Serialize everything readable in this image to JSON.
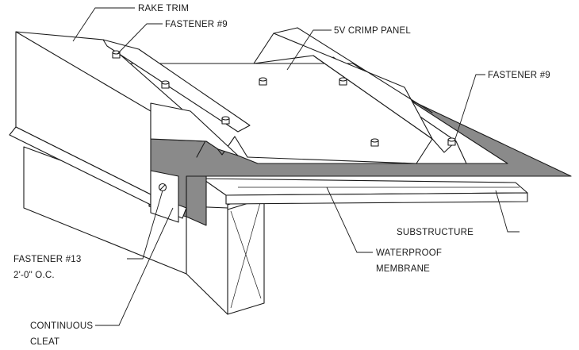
{
  "labels": {
    "rake_trim": "RAKE TRIM",
    "fastener_9_top": "FASTENER #9",
    "crimp_panel": "5V CRIMP PANEL",
    "fastener_9_right": "FASTENER #9",
    "substructure": "SUBSTRUCTURE",
    "waterproof_line1": "WATERPROOF",
    "waterproof_line2": "MEMBRANE",
    "fastener_13_line1": "FASTENER #13",
    "fastener_13_line2": "2'-0\" O.C.",
    "cleat_line1": "CONTINUOUS",
    "cleat_line2": "CLEAT"
  },
  "colors": {
    "line": "#1a1a1a",
    "membrane": "#8a8a8a",
    "background": "#ffffff"
  }
}
